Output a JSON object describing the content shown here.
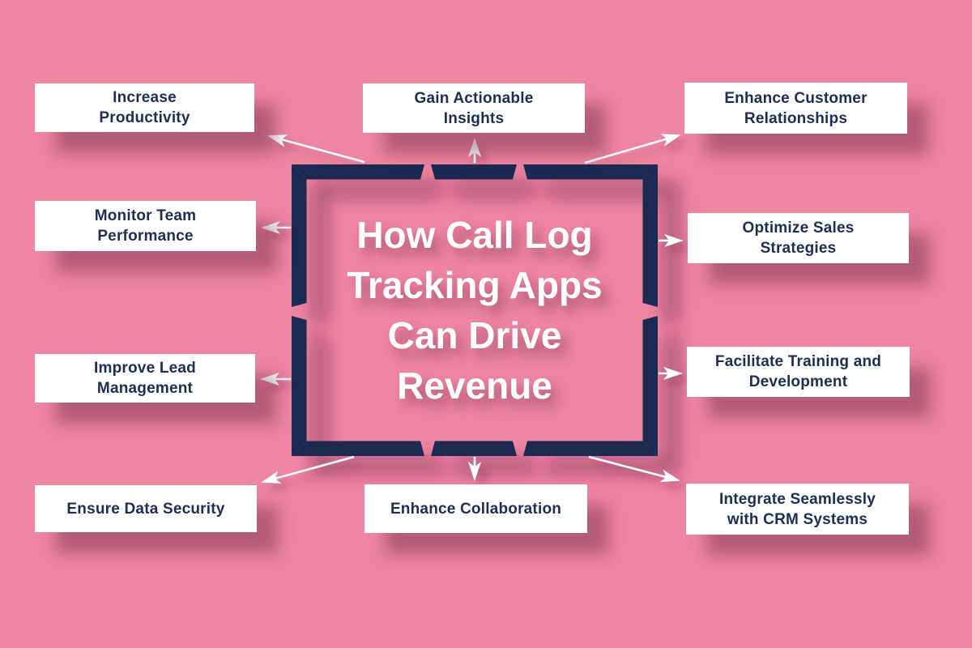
{
  "title": {
    "lines": [
      "How Call Log",
      "Tracking Apps",
      "Can Drive",
      "Revenue"
    ]
  },
  "nodes": {
    "top_left": {
      "lines": [
        "Increase",
        "Productivity"
      ]
    },
    "top_center": {
      "lines": [
        "Gain Actionable",
        "Insights"
      ]
    },
    "top_right": {
      "lines": [
        "Enhance Customer",
        "Relationships"
      ]
    },
    "mid_left": {
      "lines": [
        "Monitor Team",
        "Performance"
      ]
    },
    "mid_right": {
      "lines": [
        "Optimize Sales",
        "Strategies"
      ]
    },
    "lower_left": {
      "lines": [
        "Improve Lead",
        "Management"
      ]
    },
    "lower_right": {
      "lines": [
        "Facilitate Training and",
        "Development"
      ]
    },
    "bottom_left": {
      "lines": [
        "Ensure Data Security"
      ]
    },
    "bottom_center": {
      "lines": [
        "Enhance Collaboration"
      ]
    },
    "bottom_right": {
      "lines": [
        "Integrate Seamlessly",
        "with CRM Systems"
      ]
    }
  },
  "colors": {
    "background": "#ee85a3",
    "frame": "#1c2a52",
    "node_bg": "#ffffff",
    "node_text": "#1e2d55",
    "title_text": "#ffffff",
    "arrow": "#ffffff"
  }
}
